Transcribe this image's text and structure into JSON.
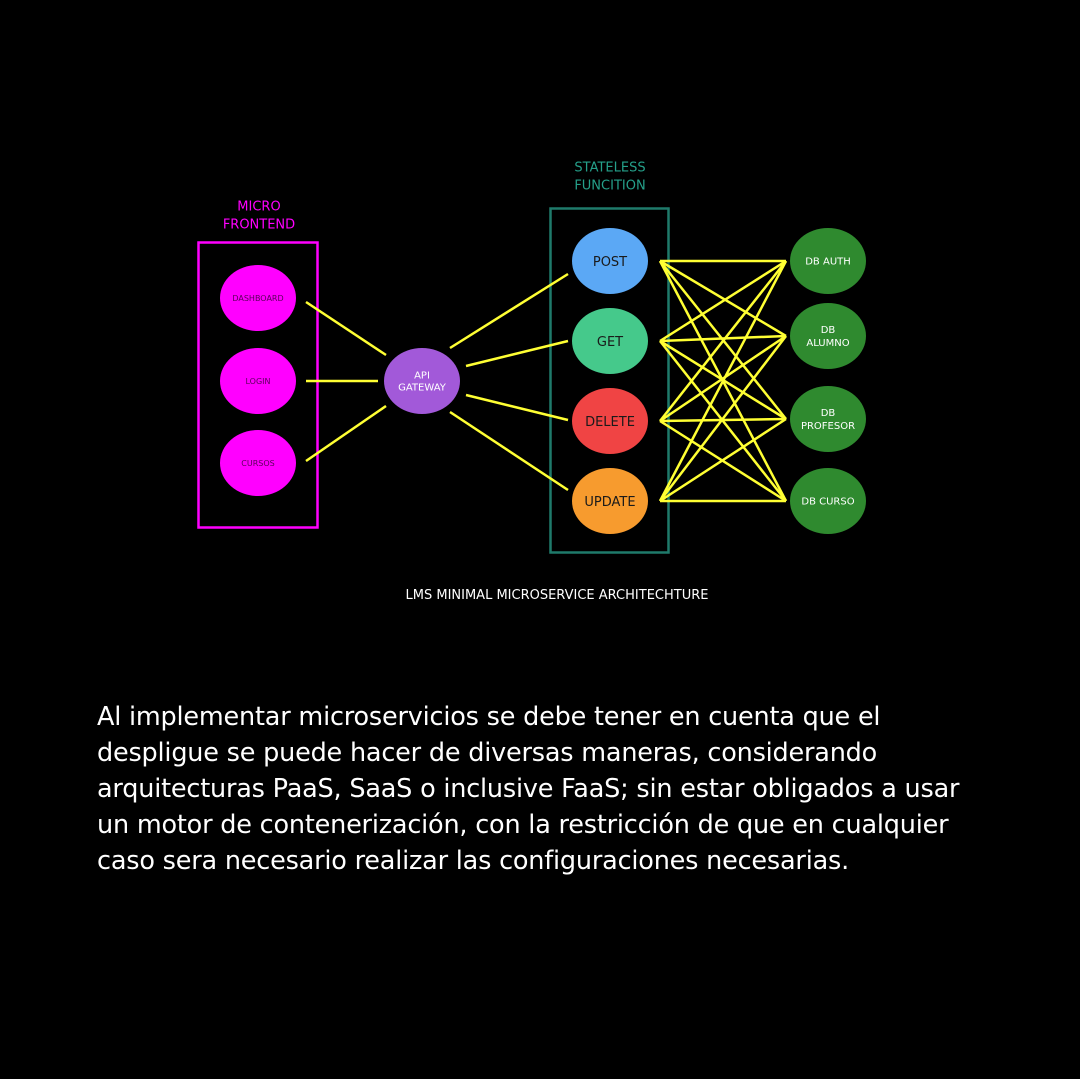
{
  "diagram": {
    "caption": "LMS MINIMAL MICROSERVICE ARCHITECHTURE",
    "colors": {
      "frontend": "#ff00ff",
      "gateway": "#a259d9",
      "stateless_border": "#1f7a6b",
      "stateless_title": "#25a08a",
      "connector": "#ffff33",
      "db": "#2f8a2f",
      "caption": "#ffffff"
    },
    "frontend": {
      "title_lines": [
        "MICRO",
        "FRONTEND"
      ],
      "nodes": [
        {
          "label": "DASHBOARD"
        },
        {
          "label": "LOGIN"
        },
        {
          "label": "CURSOS"
        }
      ]
    },
    "gateway": {
      "label_lines": [
        "API",
        "GATEWAY"
      ]
    },
    "stateless": {
      "title_lines": [
        "STATELESS",
        "FUNCITION"
      ],
      "nodes": [
        {
          "label": "POST",
          "color": "#5ba8f5"
        },
        {
          "label": "GET",
          "color": "#45c98b"
        },
        {
          "label": "DELETE",
          "color": "#f04444"
        },
        {
          "label": "UPDATE",
          "color": "#f79b2e"
        }
      ]
    },
    "databases": [
      {
        "label_lines": [
          "DB AUTH"
        ]
      },
      {
        "label_lines": [
          "DB",
          "ALUMNO"
        ]
      },
      {
        "label_lines": [
          "DB",
          "PROFESOR"
        ]
      },
      {
        "label_lines": [
          "DB CURSO"
        ]
      }
    ]
  },
  "text": {
    "body": "Al implementar microservicios se debe tener en cuenta que el despligue se puede hacer de diversas maneras, considerando arquitecturas PaaS, SaaS o inclusive FaaS; sin estar obligados a usar un motor de contenerización, con la restricción de que en cualquier caso sera necesario realizar las configuraciones necesarias."
  }
}
